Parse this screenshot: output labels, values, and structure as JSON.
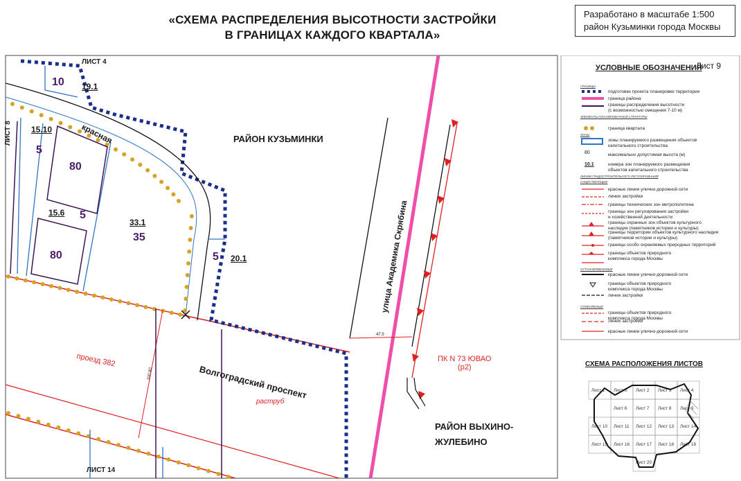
{
  "header": {
    "title_line1": "«СХЕМА РАСПРЕДЕЛЕНИЯ ВЫСОТНОСТИ ЗАСТРОЙКИ",
    "title_line2": "В ГРАНИЦАХ КАЖДОГО КВАРТАЛА»",
    "scale_line1": "Разработано в масштабе 1:500",
    "scale_line2": "район Кузьминки города Москвы",
    "sheet": "Лист 9"
  },
  "map": {
    "sheet_top": "ЛИСТ 4",
    "sheet_left": "ЛИСТ 8",
    "sheet_bottom": "ЛИСТ 14",
    "district_kuzminki": "РАЙОН КУЗЬМИНКИ",
    "district_vykhino_1": "РАЙОН ВЫХИНО-",
    "district_vykhino_2": "ЖУЛЕБИНО",
    "street_krasnaya": "красная",
    "street_skryabina": "улица Академика Скрябина",
    "street_volgogradsky": "Волгоградский проспект",
    "proezd": "проезд 382",
    "rastrub": "раструб",
    "pk_line1": "ПК N  73 ЮВАО",
    "pk_line2": "(р2)",
    "dim_width": "47.5",
    "dim_height": "100.80",
    "zones": [
      {
        "code": "19.1",
        "height": "10"
      },
      {
        "code": "15.10",
        "height": "5"
      },
      {
        "code": "15.6",
        "height": "5"
      },
      {
        "code": "33.1",
        "height": "35"
      },
      {
        "code": "20.1",
        "height": "5"
      }
    ],
    "block_heights": [
      "80",
      "80"
    ]
  },
  "legend": {
    "title": "УСЛОВНЫЕ ОБОЗНАЧЕНИЯ",
    "group_boundaries": "ГРАНИЦЫ",
    "group_planning": "ЭЛЕМЕНТЫ ПЛАНИРОВОЧНОЙ СТРУКТУРЫ",
    "group_zones": "ЗОНЫ",
    "group_regulation": "ЛИНИИ ГРАДОСТРОИТЕЛЬНОГО РЕГУЛИРОВАНИЯ",
    "group_existing": "СУЩЕСТВУЮЩИЕ",
    "group_established": "УСТАНАВЛИВАЕМЫЕ",
    "group_cancelled": "ОТМЕНЯЕМЫЕ",
    "items": [
      "подготовки проекта планировки территории",
      "граница района",
      "границы распределения высотности\n(с возможностью смещения 7-10 м)",
      "граница квартала",
      "зоны планируемого размещения объектов\nкапитального строительства",
      "максимально допустимая высота (м)",
      "номера зон планируемого размещения\nобъектов капитального строительства",
      "красные линии улично-дорожной сети",
      "линии застройки",
      "границы технических зон метрополитена",
      "границы зон регулирования застройки\nи хозяйственной деятельности",
      "границы охранных зон объектов культурного\nнаследия (памятников истории и культуры)",
      "границы территории объектов культурного наследия\n(памятников истории и культуры)",
      "границы особо охраняемых природных территорий",
      "границы объектов природного\nкомплекса города Москвы",
      "красные линии улично-дорожной сети",
      "границы объектов природного\nкомплекса города Москвы",
      "линии застройки",
      "границы объектов природного\nкомплекса города Москвы",
      "линии застройки",
      "красные линии улично-дорожной сети"
    ],
    "sample_height": "80",
    "sample_code": "10.1"
  },
  "keymap": {
    "title": "СХЕМА РАСПОЛОЖЕНИЯ ЛИСТОВ",
    "sheets": [
      "Лист 1",
      "Лист 2",
      "Лист 3",
      "Лист 4",
      "Лист 5",
      "Лист 6",
      "Лист 7",
      "Лист 8",
      "Лист 9",
      "Лист 10",
      "Лист 11",
      "Лист 12",
      "Лист 13",
      "Лист 14",
      "Лист 15",
      "Лист 16",
      "Лист 17",
      "Лист 18",
      "Лист 19",
      "Лист 20"
    ]
  },
  "colors": {
    "blue_dots": "#1a2f8c",
    "pink": "#ee4fa8",
    "purple": "#3d1452",
    "orange": "#d4a326",
    "red": "#e02020",
    "zone_blue": "#2d74c4",
    "height_text": "#4a1d6a"
  }
}
